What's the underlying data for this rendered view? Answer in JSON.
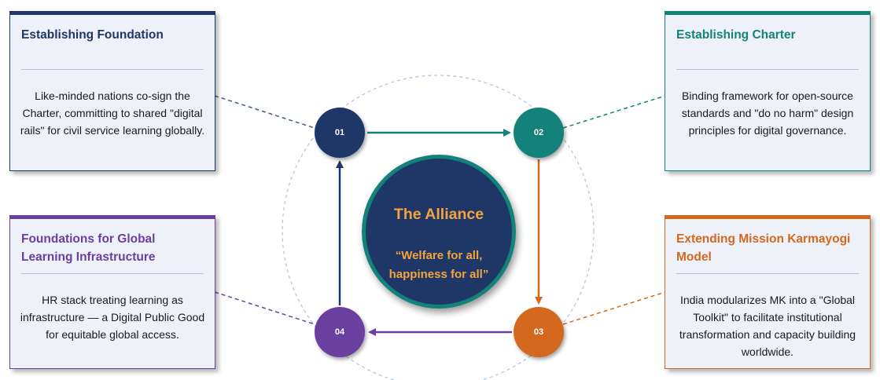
{
  "hub": {
    "title": "The Alliance",
    "quote": "“Welfare for all, happiness for all”"
  },
  "colors": {
    "navy": "#1f3766",
    "teal": "#13827a",
    "orange": "#d4681e",
    "purple": "#6a3fa0",
    "card_background": "#eef1f8"
  },
  "steps": [
    {
      "number": "01",
      "title": "Establishing Foundation",
      "body": "Like-minded nations co-sign the Charter, committing to shared \"digital rails\" for civil service learning globally."
    },
    {
      "number": "02",
      "title": "Establishing Charter",
      "body": "Binding framework for open-source standards and \"do no harm\" design principles for digital governance."
    },
    {
      "number": "03",
      "title": "Extending Mission Karmayogi Model",
      "body": "India modularizes MK into a \"Global Toolkit\" to facilitate institutional transformation and capacity building worldwide."
    },
    {
      "number": "04",
      "title": "Foundations for Global Learning Infrastructure",
      "body": "HR stack treating learning as infrastructure — a Digital Public Good for equitable global access."
    }
  ]
}
